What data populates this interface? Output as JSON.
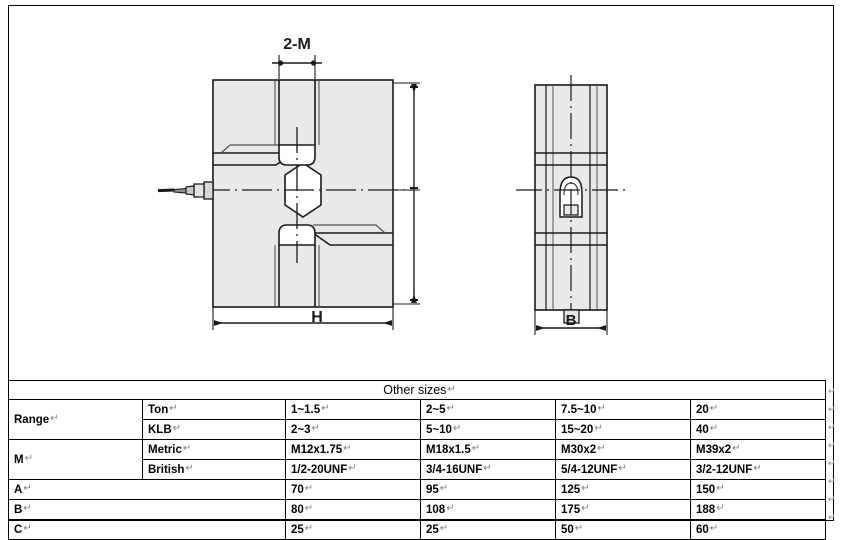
{
  "drawing": {
    "title": "s-beam-load-cell-dimensional-drawing",
    "labels": {
      "thread_callout": "2-M",
      "width_dim": "H",
      "depth_dim": "B"
    },
    "views": {
      "front": "front-view",
      "side": "side-view"
    },
    "colors": {
      "line": "#1a1a1a",
      "body_fill": "#e8e8e8",
      "hatch": "#cfcfcf"
    }
  },
  "table": {
    "header": "Other sizes",
    "pilcrow": "↵",
    "rows": [
      {
        "label": "Range",
        "sub": "Ton",
        "values": [
          "1~1.5",
          "2~5",
          "7.5~10",
          "20"
        ]
      },
      {
        "label": "",
        "sub": "KLB",
        "values": [
          "2~3",
          "5~10",
          "15~20",
          "40"
        ]
      },
      {
        "label": "M",
        "sub": "Metric",
        "values": [
          "M12x1.75",
          "M18x1.5",
          "M30x2",
          "M39x2"
        ]
      },
      {
        "label": "",
        "sub": "British",
        "values": [
          "1/2-20UNF",
          "3/4-16UNF",
          "5/4-12UNF",
          "3/2-12UNF"
        ]
      },
      {
        "label": "A",
        "sub": "",
        "values": [
          "70",
          "95",
          "125",
          "150"
        ]
      },
      {
        "label": "B",
        "sub": "",
        "values": [
          "80",
          "108",
          "175",
          "188"
        ]
      },
      {
        "label": "C",
        "sub": "",
        "values": [
          "25",
          "25",
          "50",
          "60"
        ]
      }
    ]
  }
}
